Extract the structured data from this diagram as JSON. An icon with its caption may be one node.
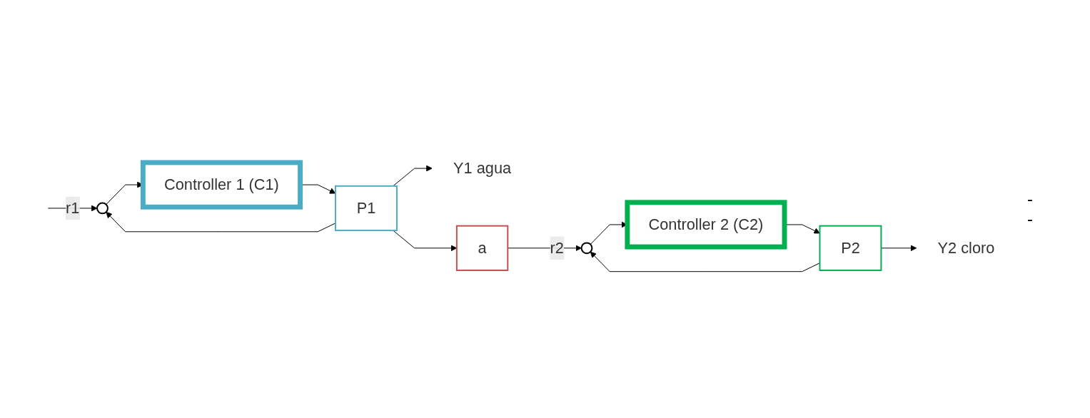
{
  "diagram": {
    "nodes": [
      {
        "text": [],
        "shape": "circle"
      },
      {
        "text": [
          "Controller 1 (C1)"
        ]
      },
      {
        "text": [
          "P1"
        ]
      },
      {
        "text": [
          "Y1 agua"
        ]
      },
      {
        "text": [
          "a"
        ]
      },
      {
        "text": [],
        "shape": "circle"
      },
      {
        "text": [
          "Controller 2 (C2)"
        ]
      },
      {
        "text": [
          "P2"
        ]
      },
      {
        "text": [
          "Y2 cloro"
        ]
      }
    ],
    "edges": [
      {
        "from": null,
        "to": 0,
        "arrow": "to",
        "label": "r1"
      },
      {
        "from": 0,
        "to": 1,
        "arrow": "to"
      },
      {
        "from": 1,
        "to": 2,
        "arrow": "to"
      },
      {
        "from": 2,
        "to": 3,
        "arrow": "to"
      },
      {
        "from": 2,
        "to": 0,
        "arrow": "to"
      },
      {
        "from": 2,
        "to": 4,
        "arrow": "to"
      },
      {
        "from": 4,
        "to": 5,
        "arrow": "to",
        "label": "r2"
      },
      {
        "from": 5,
        "to": 6,
        "arrow": "to"
      },
      {
        "from": 6,
        "to": 7,
        "arrow": "to"
      },
      {
        "from": 7,
        "to": 8,
        "arrow": "to"
      },
      {
        "from": 7,
        "to": 5,
        "arrow": "to"
      }
    ],
    "labels": [
      "-",
      "-"
    ]
  }
}
